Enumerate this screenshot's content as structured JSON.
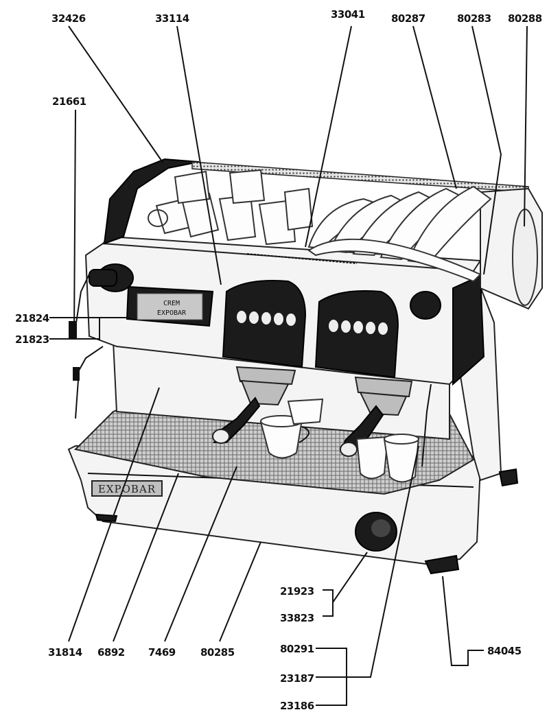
{
  "machine": {
    "brand_plate": "EXPOBAR",
    "display_line1": "CREM",
    "display_line2": "EXPOBAR"
  },
  "part_labels": {
    "p32426": "32426",
    "p33114": "33114",
    "p33041": "33041",
    "p80287": "80287",
    "p80283": "80283",
    "p80288": "80288",
    "p21661": "21661",
    "p21824": "21824",
    "p21823": "21823",
    "p21923": "21923",
    "p33823": "33823",
    "p31814": "31814",
    "p6892": "6892",
    "p7469": "7469",
    "p80285": "80285",
    "p80291": "80291",
    "p23187": "23187",
    "p23186": "23186",
    "p84045": "84045"
  }
}
